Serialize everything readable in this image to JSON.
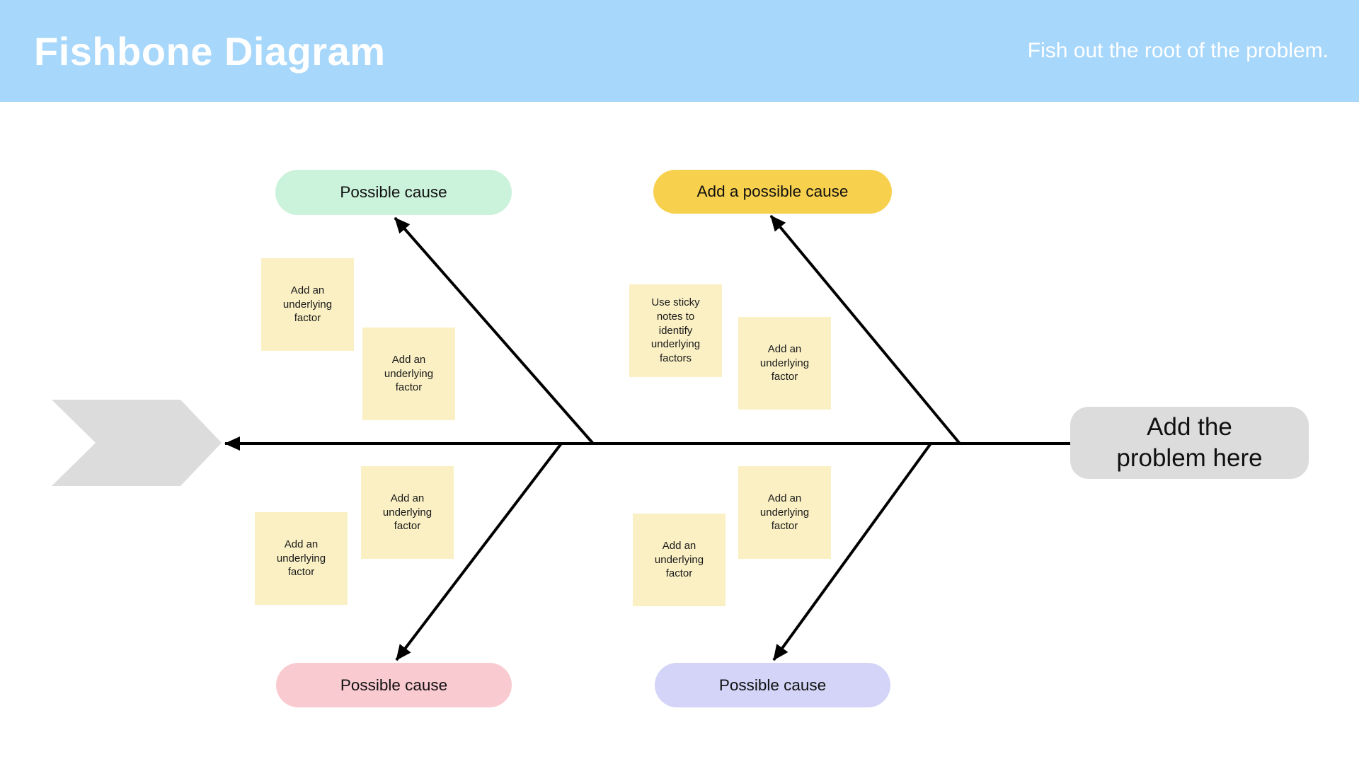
{
  "header": {
    "title": "Fishbone Diagram",
    "tagline": "Fish out the root of the problem.",
    "background_color": "#A7D7FA",
    "text_color": "#FFFFFF"
  },
  "diagram": {
    "problem_box": {
      "label": "Add the problem here",
      "color": "#DCDCDC"
    },
    "fish_tail_color": "#DCDCDC",
    "line_color": "#000000",
    "cause_pills": [
      {
        "position": "top-left",
        "label": "Possible cause",
        "color": "#CBF2DA"
      },
      {
        "position": "top-right",
        "label": "Add a possible cause",
        "color": "#F7D04E"
      },
      {
        "position": "bottom-left",
        "label": "Possible cause",
        "color": "#FACAD1"
      },
      {
        "position": "bottom-right",
        "label": "Possible cause",
        "color": "#D3D4F7"
      }
    ],
    "sticky_note_color": "#FAF0C4",
    "sticky_notes": [
      {
        "position": "top-left-outer",
        "text": "Add an underlying factor"
      },
      {
        "position": "top-left-inner",
        "text": "Add an underlying factor"
      },
      {
        "position": "top-right-outer",
        "text": "Use sticky notes to identify underlying factors"
      },
      {
        "position": "top-right-inner",
        "text": "Add an underlying factor"
      },
      {
        "position": "bottom-left-inner",
        "text": "Add an underlying factor"
      },
      {
        "position": "bottom-left-outer",
        "text": "Add an underlying factor"
      },
      {
        "position": "bottom-right-inner",
        "text": "Add an underlying factor"
      },
      {
        "position": "bottom-right-outer",
        "text": "Add an underlying factor"
      }
    ]
  }
}
